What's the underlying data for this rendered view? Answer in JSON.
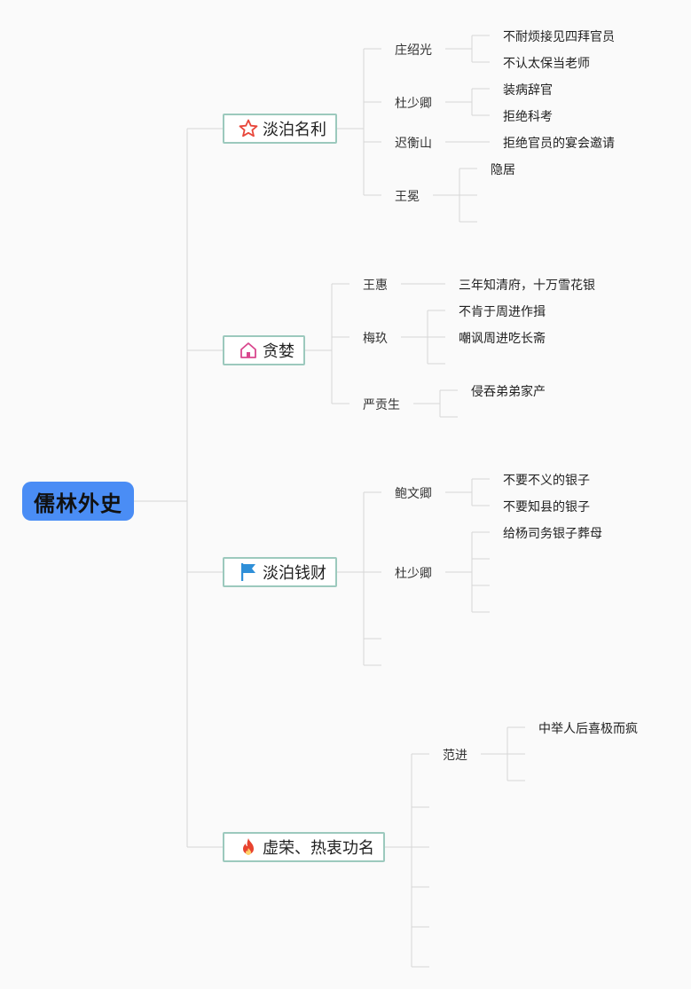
{
  "root": {
    "label": "儒林外史"
  },
  "branches": [
    {
      "label": "淡泊名利",
      "icon": "star-icon",
      "icon_color": "#e8473b",
      "children": [
        {
          "label": "庄绍光",
          "leaves": [
            "不耐烦接见四拜官员",
            "不认太保当老师"
          ]
        },
        {
          "label": "杜少卿",
          "leaves": [
            "装病辞官",
            "拒绝科考"
          ]
        },
        {
          "label": "迟衡山",
          "leaves": [
            "拒绝官员的宴会邀请"
          ]
        },
        {
          "label": "王冕",
          "leaves": [
            "隐居"
          ]
        }
      ]
    },
    {
      "label": "贪婪",
      "icon": "house-icon",
      "icon_color": "#d9478e",
      "children": [
        {
          "label": "王惠",
          "leaves": [
            "三年知清府，十万雪花银"
          ]
        },
        {
          "label": "梅玖",
          "leaves": [
            "不肯于周进作揖",
            "嘲讽周进吃长斋"
          ]
        },
        {
          "label": "严贡生",
          "leaves": [
            "侵吞弟弟家产"
          ]
        }
      ]
    },
    {
      "label": "淡泊钱财",
      "icon": "flag-icon",
      "icon_color": "#2f8fd8",
      "children": [
        {
          "label": "鲍文卿",
          "leaves": [
            "不要不义的银子",
            "不要知县的银子"
          ]
        },
        {
          "label": "杜少卿",
          "leaves": [
            "给杨司务银子葬母"
          ]
        }
      ]
    },
    {
      "label": "虚荣、热衷功名",
      "icon": "fire-icon",
      "icon_color": "#e8432f",
      "children": [
        {
          "label": "范进",
          "leaves": [
            "中举人后喜极而疯"
          ]
        }
      ]
    }
  ]
}
